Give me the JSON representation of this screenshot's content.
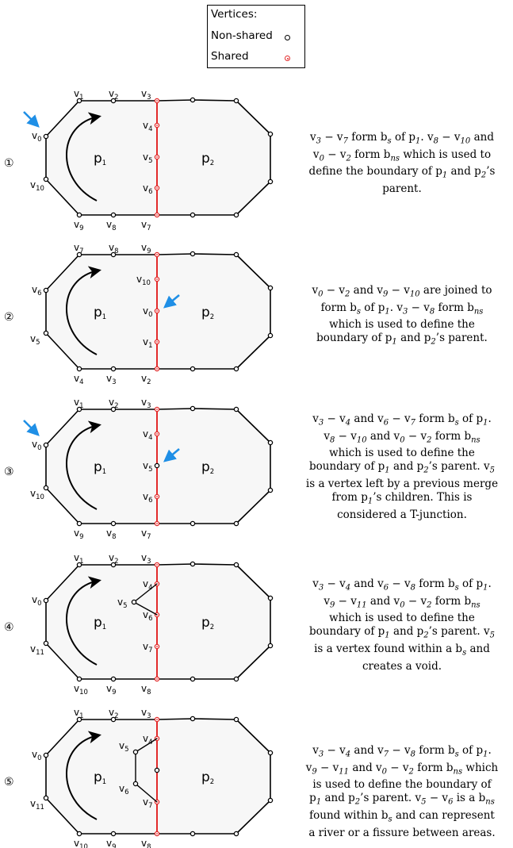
{
  "legend": {
    "title": "Vertices:",
    "non_shared_label": "Non-shared",
    "shared_label": "Shared"
  },
  "colors": {
    "edge": "#000000",
    "shared_edge": "#e32b2b",
    "shared_vertex": "#e32b2b",
    "arrow_blue": "#1f8fe6",
    "polygon_fill": "#f7f7f7"
  },
  "icons": [
    "hollow-vertex-icon",
    "shared-vertex-icon",
    "blue-arrow-icon",
    "curved-arrow-icon"
  ],
  "panels": [
    {
      "number": "①",
      "polygon_labels": [
        "p",
        "p"
      ],
      "polygon_subs": [
        "1",
        "2"
      ],
      "left_sub": [
        "0",
        "1",
        "2",
        "3",
        "9",
        "8",
        "7",
        "10"
      ],
      "shared_sub": [
        "4",
        "5",
        "6"
      ],
      "description": [
        [
          "v",
          "3",
          " − v",
          "7",
          " form b",
          "s",
          " of p",
          "1",
          ". v",
          "8",
          " − v",
          "10",
          " and"
        ],
        [
          "v",
          "0",
          " − v",
          "2",
          " form b",
          "ns",
          " which is used to"
        ],
        [
          "define the boundary of p",
          "1",
          " and p",
          "2",
          "’s"
        ],
        [
          "parent."
        ]
      ]
    },
    {
      "number": "②",
      "polygon_labels": [
        "p",
        "p"
      ],
      "polygon_subs": [
        "1",
        "2"
      ],
      "left_sub": [
        "6",
        "7",
        "8",
        "9",
        "4",
        "3",
        "2",
        "5"
      ],
      "shared_sub": [
        "10",
        "0",
        "1"
      ],
      "description": [
        [
          "v",
          "0",
          " − v",
          "2",
          " and v",
          "9",
          " − v",
          "10",
          " are joined to"
        ],
        [
          "form b",
          "s",
          " of p",
          "1",
          ". v",
          "3",
          " − v",
          "8",
          " form b",
          "ns"
        ],
        [
          "which is used to define the"
        ],
        [
          "boundary of p",
          "1",
          " and p",
          "2",
          "’s parent."
        ]
      ]
    },
    {
      "number": "③",
      "polygon_labels": [
        "p",
        "p"
      ],
      "polygon_subs": [
        "1",
        "2"
      ],
      "left_sub": [
        "0",
        "1",
        "2",
        "3",
        "9",
        "8",
        "7",
        "10"
      ],
      "shared_sub": [
        "4",
        "5",
        "6"
      ],
      "description": [
        [
          "v",
          "3",
          " − v",
          "4",
          " and v",
          "6",
          " − v",
          "7",
          " form b",
          "s",
          " of p",
          "1",
          "."
        ],
        [
          "v",
          "8",
          " − v",
          "10",
          " and v",
          "0",
          " − v",
          "2",
          " form b",
          "ns"
        ],
        [
          "which is used to define the"
        ],
        [
          "boundary of p",
          "1",
          " and p",
          "2",
          "’s parent. v",
          "5"
        ],
        [
          "is a vertex left by a previous merge"
        ],
        [
          "from p",
          "1",
          "’s children. This is"
        ],
        [
          "considered a T-junction."
        ]
      ]
    },
    {
      "number": "④",
      "polygon_labels": [
        "p",
        "p"
      ],
      "polygon_subs": [
        "1",
        "2"
      ],
      "left_sub": [
        "0",
        "1",
        "2",
        "3",
        "10",
        "9",
        "8",
        "11"
      ],
      "shared_sub": [
        "4",
        "6",
        "7"
      ],
      "inner_sub": [
        "5"
      ],
      "description": [
        [
          "v",
          "3",
          " − v",
          "4",
          " and v",
          "6",
          " − v",
          "8",
          " form b",
          "s",
          " of p",
          "1",
          "."
        ],
        [
          "v",
          "9",
          " − v",
          "11",
          " and v",
          "0",
          " − v",
          "2",
          " form b",
          "ns"
        ],
        [
          "which is used to define the"
        ],
        [
          "boundary of p",
          "1",
          " and p",
          "2",
          "’s parent. v",
          "5"
        ],
        [
          "is a vertex found within a b",
          "s",
          " and"
        ],
        [
          "creates a void."
        ]
      ]
    },
    {
      "number": "⑤",
      "polygon_labels": [
        "p",
        "p"
      ],
      "polygon_subs": [
        "1",
        "2"
      ],
      "left_sub": [
        "0",
        "1",
        "2",
        "3",
        "10",
        "9",
        "8",
        "11"
      ],
      "shared_sub": [
        "4",
        "7"
      ],
      "inner_sub": [
        "5",
        "6"
      ],
      "description": [
        [
          "v",
          "3",
          " − v",
          "4",
          " and v",
          "7",
          " − v",
          "8",
          " form b",
          "s",
          " of p",
          "1",
          "."
        ],
        [
          "v",
          "9",
          " − v",
          "11",
          " and v",
          "0",
          " − v",
          "2",
          " form b",
          "ns",
          " which"
        ],
        [
          "is used to define the boundary of"
        ],
        [
          "p",
          "1",
          " and p",
          "2",
          "’s parent. v",
          "5",
          " − v",
          "6",
          " is a b",
          "ns"
        ],
        [
          "found within b",
          "s",
          " and can represent"
        ],
        [
          "a river or a fissure between areas."
        ]
      ]
    }
  ]
}
